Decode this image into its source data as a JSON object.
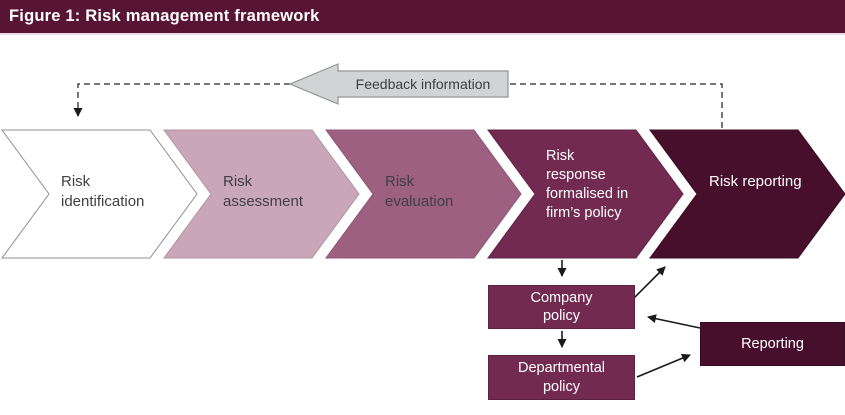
{
  "title": "Figure 1: Risk management framework",
  "feedback": {
    "label": "Feedback information"
  },
  "chevrons": [
    {
      "label": "Risk identification",
      "color": "#ffffff"
    },
    {
      "label": "Risk assessment",
      "color": "#c9a6b8"
    },
    {
      "label": "Risk evaluation",
      "color": "#9d6080"
    },
    {
      "label": "Risk response formalised in firm’s policy",
      "color": "#722a50"
    },
    {
      "label": "Risk reporting",
      "color": "#480f2d"
    }
  ],
  "boxes": {
    "company": {
      "label": "Company policy",
      "color": "#722a50"
    },
    "departmental": {
      "label": "Departmental policy",
      "color": "#722a50"
    },
    "reporting": {
      "label": "Reporting",
      "color": "#480f2d"
    }
  },
  "colors": {
    "header-bg": "#571533",
    "chevron-1": "#ffffff",
    "chevron-2": "#c9a6b8",
    "chevron-3": "#9d6080",
    "chevron-4": "#722a50",
    "chevron-5": "#480f2d",
    "box-magenta": "#722a50",
    "box-dark": "#480f2d",
    "feedback-fill": "#d2d3d5",
    "feedback-border": "#929396",
    "arrow-color": "#1a1a1a",
    "dash-color": "#4a4a4a"
  }
}
